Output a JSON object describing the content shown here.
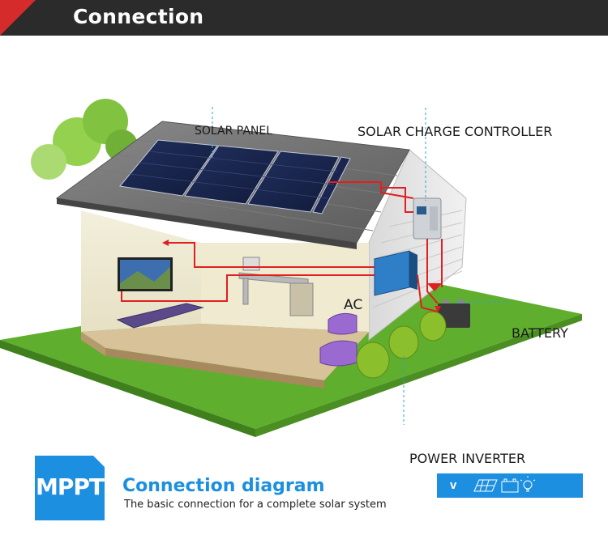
{
  "header": {
    "title": "Connection"
  },
  "diagram": {
    "labels": {
      "solar_panel": "SOLAR PANEL",
      "charge_controller": "SOLAR CHARGE CONTROLLER",
      "battery": "BATTERY",
      "power_inverter": "POWER INVERTER",
      "ac": "AC"
    },
    "colors": {
      "wire": "#e02020",
      "grass": "#5fae2e",
      "leader": "#2aa0e0"
    }
  },
  "footer": {
    "logo_text": "MPPT",
    "title": "Connection diagram",
    "subtitle": "The basic connection for a complete solar system",
    "badge_letter": "v",
    "icons": [
      "solar-panel-icon",
      "battery-icon",
      "bulb-icon"
    ]
  }
}
